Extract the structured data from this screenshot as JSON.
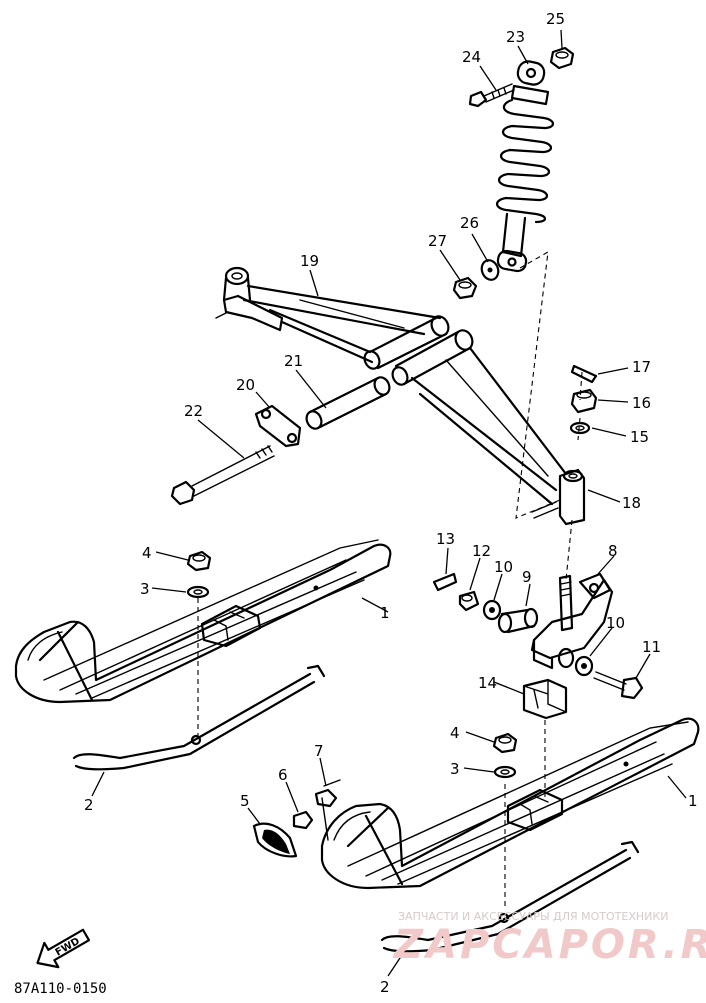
{
  "diagram": {
    "callouts": [
      {
        "id": "c25",
        "label": "25"
      },
      {
        "id": "c23",
        "label": "23"
      },
      {
        "id": "c24",
        "label": "24"
      },
      {
        "id": "c26",
        "label": "26"
      },
      {
        "id": "c27",
        "label": "27"
      },
      {
        "id": "c19",
        "label": "19"
      },
      {
        "id": "c17",
        "label": "17"
      },
      {
        "id": "c16",
        "label": "16"
      },
      {
        "id": "c15",
        "label": "15"
      },
      {
        "id": "c21",
        "label": "21"
      },
      {
        "id": "c20",
        "label": "20"
      },
      {
        "id": "c22",
        "label": "22"
      },
      {
        "id": "c18",
        "label": "18"
      },
      {
        "id": "c4a",
        "label": "4"
      },
      {
        "id": "c3a",
        "label": "3"
      },
      {
        "id": "c1a",
        "label": "1"
      },
      {
        "id": "c13",
        "label": "13"
      },
      {
        "id": "c12",
        "label": "12"
      },
      {
        "id": "c10a",
        "label": "10"
      },
      {
        "id": "c9",
        "label": "9"
      },
      {
        "id": "c8",
        "label": "8"
      },
      {
        "id": "c10b",
        "label": "10"
      },
      {
        "id": "c11",
        "label": "11"
      },
      {
        "id": "c14",
        "label": "14"
      },
      {
        "id": "c4b",
        "label": "4"
      },
      {
        "id": "c3b",
        "label": "3"
      },
      {
        "id": "c1b",
        "label": "1"
      },
      {
        "id": "c7",
        "label": "7"
      },
      {
        "id": "c6",
        "label": "6"
      },
      {
        "id": "c5",
        "label": "5"
      },
      {
        "id": "c2a",
        "label": "2"
      },
      {
        "id": "c2b",
        "label": "2"
      }
    ],
    "diagram_code": "87A110-0150",
    "fwd_label": "FWD",
    "watermark_small": "ЗАПЧАСТИ И АКСЕССУАРЫ ДЛЯ МОТОТЕХНИКИ",
    "watermark_big": "ZAPCAPOR.RU"
  }
}
